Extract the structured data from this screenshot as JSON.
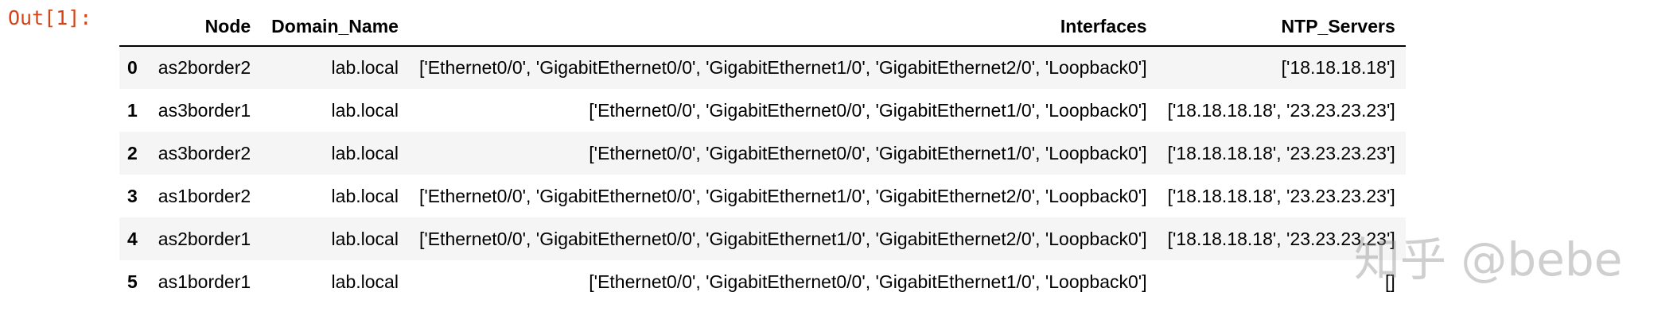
{
  "output_prompt": "Out[1]:",
  "table": {
    "columns": [
      "Node",
      "Domain_Name",
      "Interfaces",
      "NTP_Servers"
    ],
    "rows": [
      {
        "index": "0",
        "node": "as2border2",
        "domain": "lab.local",
        "interfaces": "['Ethernet0/0', 'GigabitEthernet0/0', 'GigabitEthernet1/0', 'GigabitEthernet2/0', 'Loopback0']",
        "ntp": "['18.18.18.18']"
      },
      {
        "index": "1",
        "node": "as3border1",
        "domain": "lab.local",
        "interfaces": "['Ethernet0/0', 'GigabitEthernet0/0', 'GigabitEthernet1/0', 'Loopback0']",
        "ntp": "['18.18.18.18', '23.23.23.23']"
      },
      {
        "index": "2",
        "node": "as3border2",
        "domain": "lab.local",
        "interfaces": "['Ethernet0/0', 'GigabitEthernet0/0', 'GigabitEthernet1/0', 'Loopback0']",
        "ntp": "['18.18.18.18', '23.23.23.23']"
      },
      {
        "index": "3",
        "node": "as1border2",
        "domain": "lab.local",
        "interfaces": "['Ethernet0/0', 'GigabitEthernet0/0', 'GigabitEthernet1/0', 'GigabitEthernet2/0', 'Loopback0']",
        "ntp": "['18.18.18.18', '23.23.23.23']"
      },
      {
        "index": "4",
        "node": "as2border1",
        "domain": "lab.local",
        "interfaces": "['Ethernet0/0', 'GigabitEthernet0/0', 'GigabitEthernet1/0', 'GigabitEthernet2/0', 'Loopback0']",
        "ntp": "['18.18.18.18', '23.23.23.23']"
      },
      {
        "index": "5",
        "node": "as1border1",
        "domain": "lab.local",
        "interfaces": "['Ethernet0/0', 'GigabitEthernet0/0', 'GigabitEthernet1/0', 'Loopback0']",
        "ntp": "[]"
      }
    ]
  },
  "watermark": "知乎 @bebe"
}
